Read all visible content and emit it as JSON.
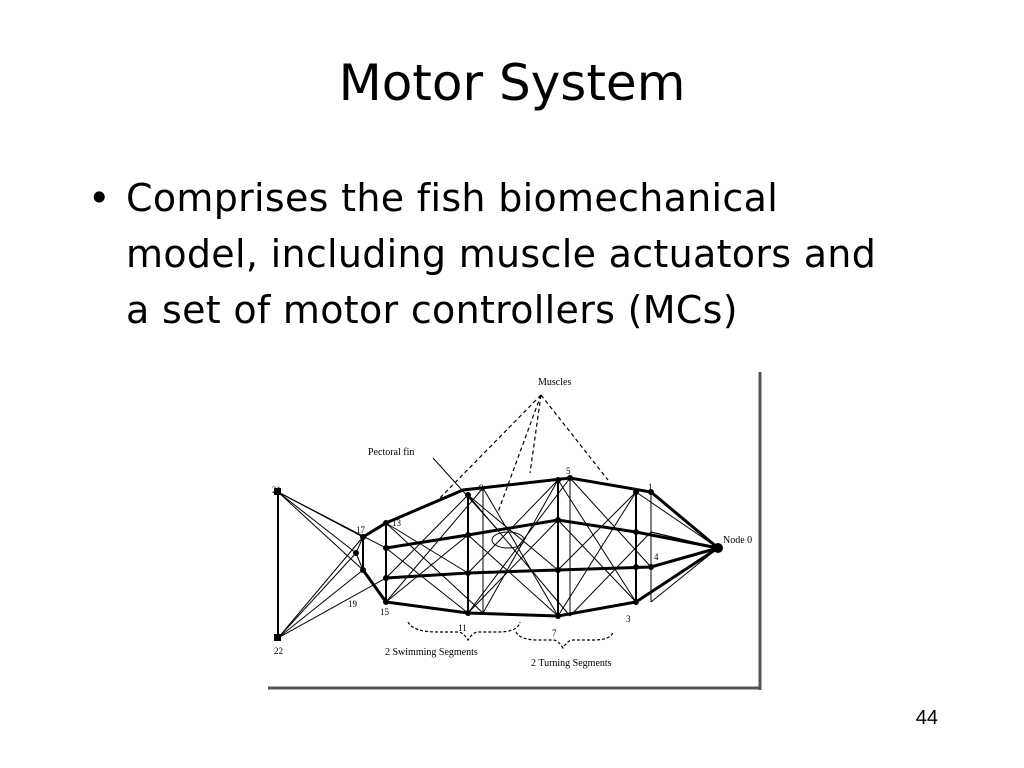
{
  "slide": {
    "title": "Motor System",
    "bullet_symbol": "•",
    "bullet_text": "Comprises the fish biomechanical model, including muscle actuators and a set of motor controllers (MCs)",
    "page_number": "44"
  },
  "figure": {
    "labels": {
      "muscles": "Muscles",
      "pectoral_fin": "Pectoral fin",
      "node0": "Node 0",
      "swimming": "2 Swimming Segments",
      "turning": "2 Turning Segments"
    },
    "node_numbers": [
      "1",
      "3",
      "4",
      "5",
      "7",
      "9",
      "11",
      "13",
      "15",
      "17",
      "19",
      "21",
      "22"
    ]
  }
}
